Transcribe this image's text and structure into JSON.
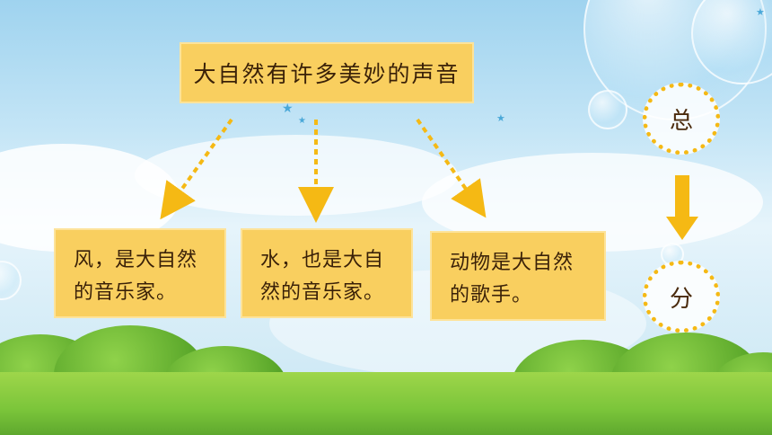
{
  "title": "大自然有许多美妙的声音",
  "boxes": [
    {
      "line1": "风，是大自然",
      "line2": "的音乐家。"
    },
    {
      "line1": "水，也是大自",
      "line2": "然的音乐家。"
    },
    {
      "line1": "动物是大自然",
      "line2": "的歌手。"
    }
  ],
  "structure": {
    "top": "总",
    "bottom": "分"
  },
  "colors": {
    "card": "#f9cf5f",
    "arrow": "#f5b914",
    "text": "#3a2108"
  },
  "icons": [
    "dotted-arrow-icon",
    "down-arrow-icon",
    "star-icon"
  ]
}
